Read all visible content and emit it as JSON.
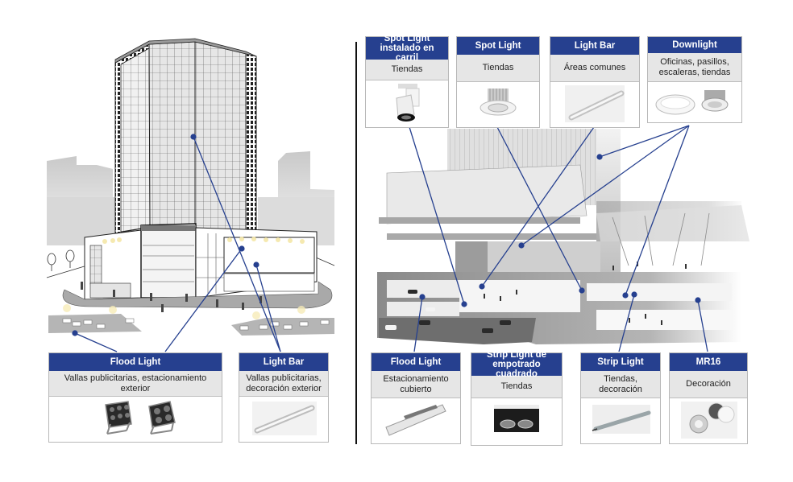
{
  "colors": {
    "header_blue": "#26408f",
    "subheader_gray": "#e6e6e6",
    "line_blue": "#26408f"
  },
  "left_scene": {
    "description": "Line drawing of a high-rise tower with shopping podium, sidewalk and outdoor parking",
    "cards": [
      {
        "title": "Flood Light",
        "use": "Vallas publicitarias, estacionamiento exterior",
        "image_icon": "flood-light-fixtures-icon"
      },
      {
        "title": "Light Bar",
        "use": "Vallas publicitarias, decoración exterior",
        "image_icon": "light-bar-icon"
      }
    ]
  },
  "right_scene": {
    "description": "Cutaway rendering of a mixed-use complex with covered parking, shops and atrium",
    "top_cards": [
      {
        "title": "Spot Light instalado en carril",
        "use": "Tiendas",
        "image_icon": "track-spot-light-icon"
      },
      {
        "title": "Spot Light",
        "use": "Tiendas",
        "image_icon": "recessed-spot-light-icon"
      },
      {
        "title": "Light Bar",
        "use": "Áreas comunes",
        "image_icon": "light-bar-icon"
      },
      {
        "title": "Downlight",
        "use": "Oficinas, pasillos, escaleras, tiendas",
        "image_icon": "downlight-icon"
      }
    ],
    "bottom_cards": [
      {
        "title": "Flood Light",
        "use": "Estacionamiento cubierto",
        "image_icon": "linear-flood-light-icon"
      },
      {
        "title": "Strip Light de empotrado cuadrado",
        "use": "Tiendas",
        "image_icon": "square-recessed-light-icon"
      },
      {
        "title": "Strip Light",
        "use": "Tiendas, decoración",
        "image_icon": "strip-light-icon"
      },
      {
        "title": "MR16",
        "use": "Decoración",
        "image_icon": "mr16-bulb-icon"
      }
    ]
  }
}
